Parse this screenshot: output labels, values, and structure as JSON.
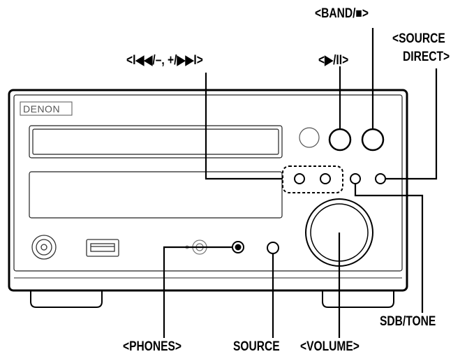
{
  "device": {
    "brand": "DENON"
  },
  "labels": {
    "skip": "<I◀◀/–, +/▶▶I>",
    "play_pause": "<▶/II>",
    "band_stop": "<BAND/■>",
    "source_direct_line1": "<SOURCE",
    "source_direct_line2": "DIRECT>",
    "sdb_tone": "SDB/TONE",
    "phones": "<PHONES>",
    "source": "SOURCE",
    "volume": "<VOLUME>"
  },
  "icons": [
    "play-pause-icon",
    "stop-icon",
    "previous-next-icon",
    "headphone-jack",
    "usb-port",
    "volume-knob"
  ]
}
